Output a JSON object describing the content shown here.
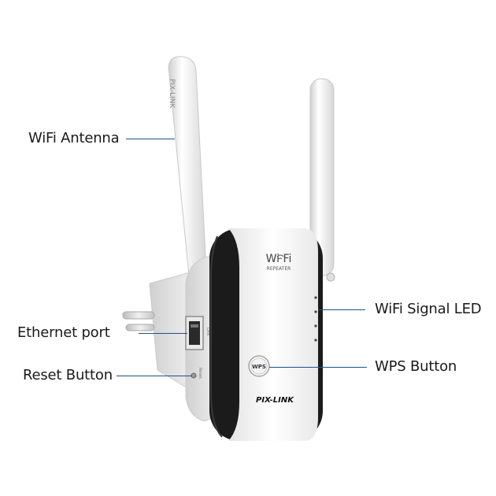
{
  "callouts": {
    "antenna": "WiFi Antenna",
    "signal_led": "WiFi Signal LED",
    "ethernet": "Ethernet port",
    "wps": "WPS Button",
    "reset": "Reset Button"
  },
  "device": {
    "logo_main": "Wi  Fi",
    "logo_sub": "REPEATER",
    "brand": "PIX-LINK",
    "wps_badge": "WPS",
    "antenna_print": "PIX-LINK",
    "port_label": "LAN",
    "reset_label": "Reset"
  },
  "colors": {
    "callout_line": "#1f4e8c",
    "body_white": "#f4f4f4",
    "trim_black": "#1b1b1b"
  }
}
